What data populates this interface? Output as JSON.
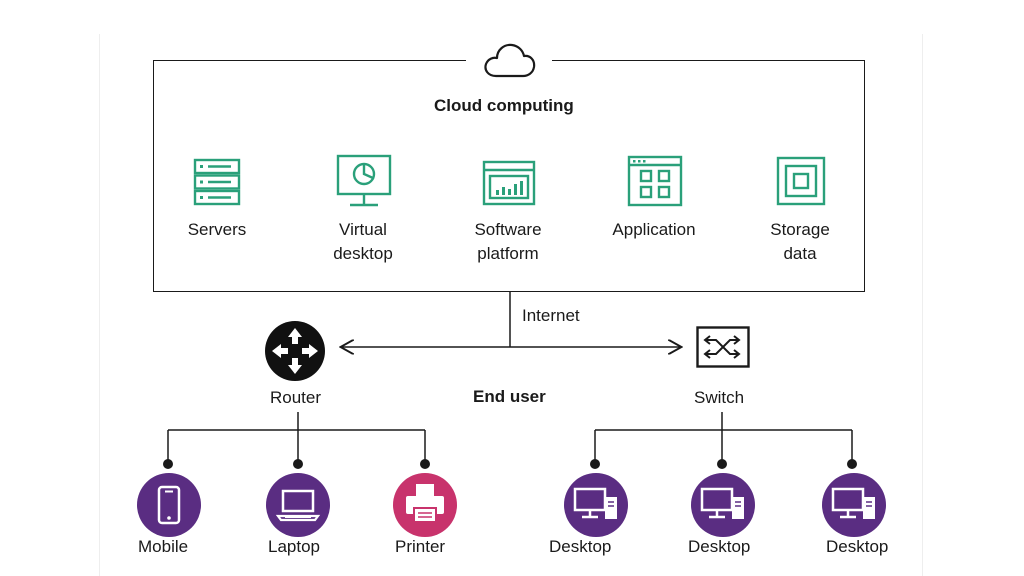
{
  "cloud": {
    "title": "Cloud computing",
    "services": [
      {
        "icon": "servers-icon",
        "line1": "Servers",
        "line2": ""
      },
      {
        "icon": "virtual-desktop-icon",
        "line1": "Virtual",
        "line2": "desktop"
      },
      {
        "icon": "software-platform-icon",
        "line1": "Software",
        "line2": "platform"
      },
      {
        "icon": "application-icon",
        "line1": "Application",
        "line2": ""
      },
      {
        "icon": "storage-data-icon",
        "line1": "Storage",
        "line2": "data"
      }
    ]
  },
  "network": {
    "internet_label": "Internet",
    "end_user_label": "End user",
    "router_label": "Router",
    "switch_label": "Switch"
  },
  "router_devices": [
    {
      "icon": "mobile-icon",
      "label": "Mobile",
      "color": "#5a2d82"
    },
    {
      "icon": "laptop-icon",
      "label": "Laptop",
      "color": "#5a2d82"
    },
    {
      "icon": "printer-icon",
      "label": "Printer",
      "color": "#c8336c"
    }
  ],
  "switch_devices": [
    {
      "icon": "desktop-icon",
      "label": "Desktop",
      "color": "#5a2d82"
    },
    {
      "icon": "desktop-icon",
      "label": "Desktop",
      "color": "#5a2d82"
    },
    {
      "icon": "desktop-icon",
      "label": "Desktop",
      "color": "#5a2d82"
    }
  ],
  "colors": {
    "accent_green": "#2aa07a",
    "purple": "#5a2d82",
    "magenta": "#c8336c",
    "line": "#1a1a1a"
  }
}
